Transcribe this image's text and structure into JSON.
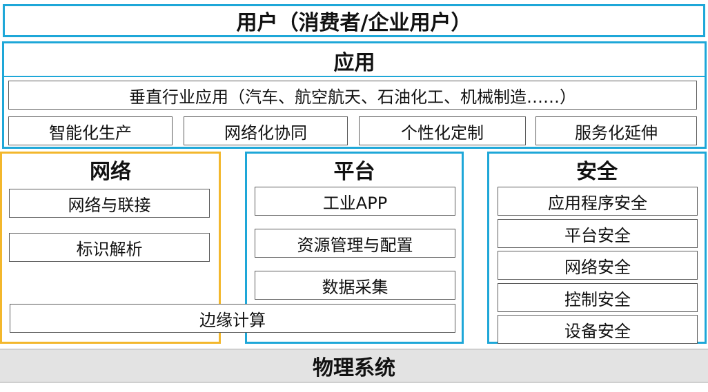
{
  "user_layer": {
    "title": "用户（消费者/企业用户）"
  },
  "application_layer": {
    "title": "应用",
    "vertical": "垂直行业应用（汽车、航空航天、石油化工、机械制造……）",
    "modes": [
      "智能化生产",
      "网络化协同",
      "个性化定制",
      "服务化延伸"
    ]
  },
  "network_column": {
    "title": "网络",
    "items": [
      "网络与联接",
      "标识解析"
    ]
  },
  "platform_column": {
    "title": "平台",
    "items": [
      "工业APP",
      "资源管理与配置",
      "数据采集"
    ]
  },
  "edge_computing": {
    "label": "边缘计算"
  },
  "security_column": {
    "title": "安全",
    "items": [
      "应用程序安全",
      "平台安全",
      "网络安全",
      "控制安全",
      "设备安全"
    ]
  },
  "physical_layer": {
    "title": "物理系统"
  },
  "colors": {
    "frame_blue": "#1ea7d8",
    "frame_gold": "#f3b72c",
    "physical_bg": "#e3e3e3"
  }
}
